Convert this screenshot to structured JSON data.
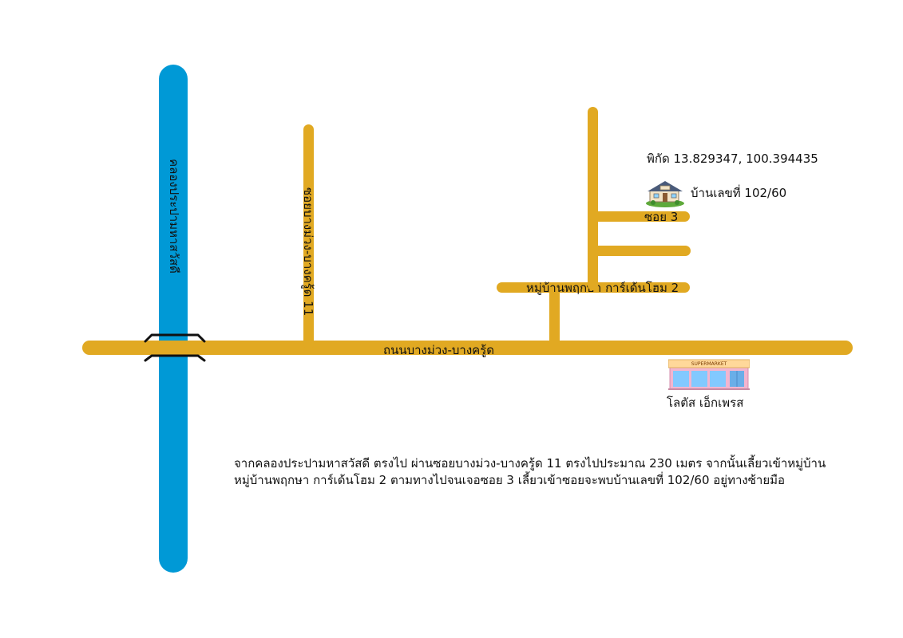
{
  "colors": {
    "road": "#e1a922",
    "canal": "#0099d6",
    "text": "#111111",
    "bridge": "#111111"
  },
  "labels": {
    "canal": "คลองประปามหาสวัสดี",
    "soi_bangmuang_11": "ซอยบางม่วง-บางครู้ด 11",
    "village": "หมู่บ้านพฤกษา การ์เด้นโฮม 2",
    "soi_3": "ซอย 3",
    "main_road": "ถนนบางม่วง-บางครู้ด",
    "coordinates": "พิกัด 13.829347, 100.394435",
    "house": "บ้านเลขที่ 102/60",
    "lotus": "โลตัส เอ็กเพรส",
    "supermarket_sign": "SUPERMARKET"
  },
  "icons": {
    "house": "house-icon",
    "supermarket": "supermarket-icon",
    "bridge": "bridge-icon"
  },
  "directions": {
    "line1": "จากคลองประปามหาสวัสดี ตรงไป ผ่านซอยบางม่วง-บางครู้ด 11 ตรงไปประมาณ 230 เมตร จากนั้นเลี้ยวเข้าหมู่บ้าน",
    "line2": " หมู่บ้านพฤกษา การ์เด้นโฮม 2 ตามทางไปจนเจอซอย 3 เลี้ยวเข้าซอยจะพบบ้านเลขที่ 102/60 อยู่ทางซ้ายมือ"
  }
}
